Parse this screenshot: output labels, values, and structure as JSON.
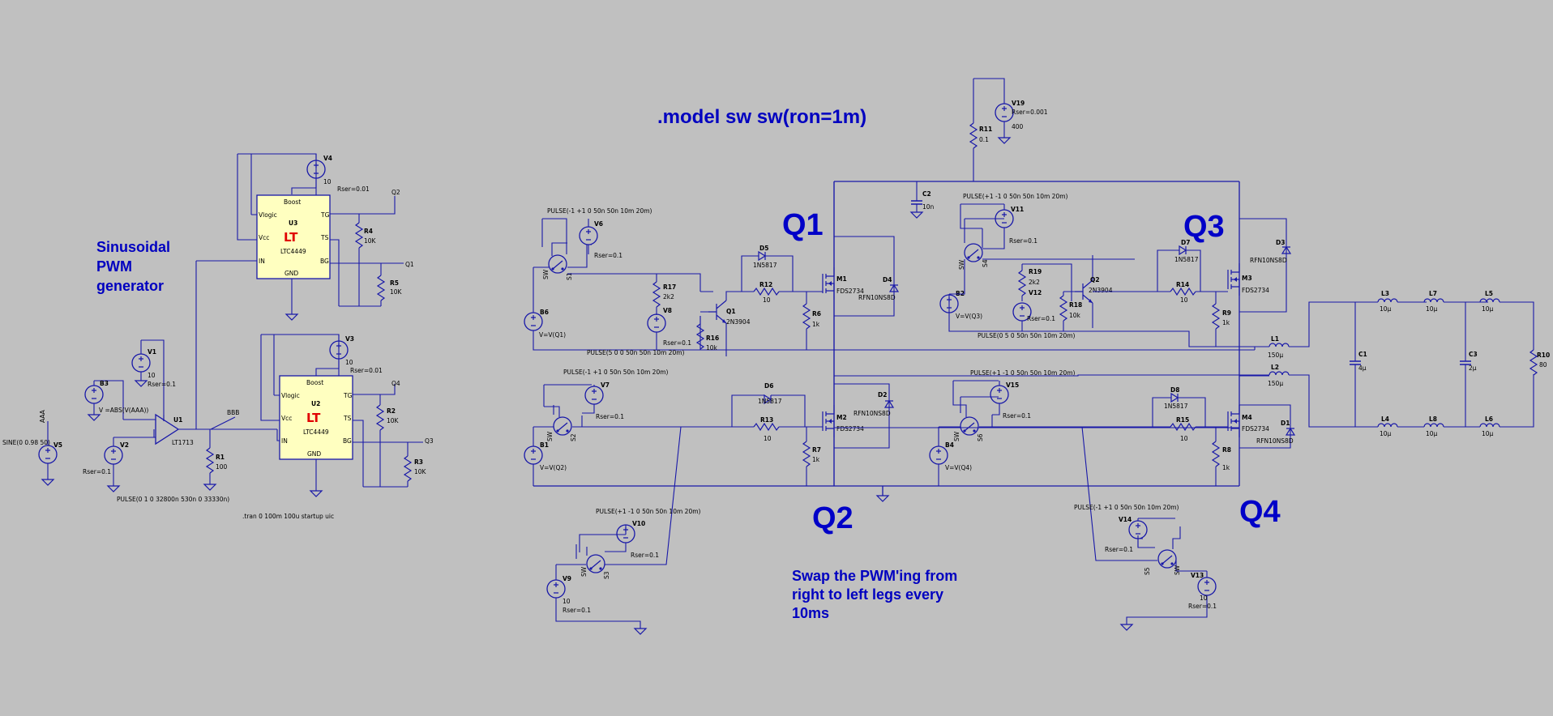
{
  "directive_model": ".model sw sw(ron=1m)",
  "directive_tran": ".tran 0 100m 100u startup uic",
  "notes": {
    "pwm_gen": [
      "Sinusoidal",
      "PWM",
      "generator"
    ],
    "swap": [
      "Swap the PWM'ing from",
      "right to left legs every",
      "10ms"
    ]
  },
  "quadrants": {
    "q1": "Q1",
    "q2": "Q2",
    "q3": "Q3",
    "q4": "Q4"
  },
  "nets": {
    "q1": "Q1",
    "q2": "Q2",
    "q3": "Q3",
    "q4": "Q4",
    "aaa": "AAA",
    "bbb": "BBB"
  },
  "ics": {
    "u3": {
      "ref": "U3",
      "part": "LTC4449",
      "pins": {
        "boost": "Boost",
        "vlogic": "Vlogic",
        "vcc": "Vcc",
        "in": "IN",
        "gnd": "GND",
        "tg": "TG",
        "ts": "TS",
        "bg": "BG"
      }
    },
    "u2": {
      "ref": "U2",
      "part": "LTC4449",
      "pins": {
        "boost": "Boost",
        "vlogic": "Vlogic",
        "vcc": "Vcc",
        "in": "IN",
        "gnd": "GND",
        "tg": "TG",
        "ts": "TS",
        "bg": "BG"
      }
    },
    "u1": {
      "ref": "U1",
      "part": "LT1713"
    }
  },
  "sources": {
    "v1": {
      "ref": "V1",
      "value": "10",
      "rser": "Rser=0.1"
    },
    "v2": {
      "ref": "V2",
      "rser": "Rser=0.1",
      "value": "PULSE(0 1 0 32800n 530n 0 33330n)"
    },
    "v3": {
      "ref": "V3",
      "value": "10",
      "rser": "Rser=0.01"
    },
    "v4": {
      "ref": "V4",
      "value": "10",
      "rser": "Rser=0.01"
    },
    "v5": {
      "ref": "V5",
      "value": "SINE(0 0.98 50)"
    },
    "v6": {
      "ref": "V6",
      "value": "PULSE(-1 +1 0 50n 50n 10m 20m)",
      "rser": "Rser=0.1"
    },
    "v7": {
      "ref": "V7",
      "value": "PULSE(-1 +1 0 50n 50n 10m 20m)",
      "rser": "Rser=0.1"
    },
    "v8": {
      "ref": "V8",
      "rser": "Rser=0.1",
      "value": "PULSE(5 0 0 50n 50n 10m 20m)"
    },
    "v9": {
      "ref": "V9",
      "value": "10",
      "rser": "Rser=0.1"
    },
    "v10": {
      "ref": "V10",
      "value": "PULSE(+1 -1 0 50n 50n 10m 20m)",
      "rser": "Rser=0.1"
    },
    "v11": {
      "ref": "V11",
      "value": "PULSE(+1 -1 0 50n 50n 10m 20m)",
      "rser": "Rser=0.1"
    },
    "v12": {
      "ref": "V12",
      "rser": "Rser=0.1",
      "value": "PULSE(0 5 0 50n 50n 10m 20m)"
    },
    "v13": {
      "ref": "V13",
      "value": "10",
      "rser": "Rser=0.1"
    },
    "v14": {
      "ref": "V14",
      "value": "PULSE(-1 +1 0 50n 50n 10m 20m)",
      "rser": "Rser=0.1"
    },
    "v15": {
      "ref": "V15",
      "value": "PULSE(+1 -1 0 50n 50n 10m 20m)",
      "rser": "Rser=0.1"
    },
    "v19": {
      "ref": "V19",
      "rser": "Rser=0.001",
      "value": "400"
    },
    "b1": {
      "ref": "B1",
      "value": "V=V(Q2)"
    },
    "b2": {
      "ref": "B2",
      "value": "V=V(Q3)"
    },
    "b3": {
      "ref": "B3",
      "value": "V =ABS(V(AAA))"
    },
    "b4": {
      "ref": "B4",
      "value": "V=V(Q4)"
    },
    "b6": {
      "ref": "B6",
      "value": "V=V(Q1)"
    }
  },
  "resistors": {
    "r1": {
      "ref": "R1",
      "value": "100"
    },
    "r2": {
      "ref": "R2",
      "value": "10K"
    },
    "r3": {
      "ref": "R3",
      "value": "10K"
    },
    "r4": {
      "ref": "R4",
      "value": "10K"
    },
    "r5": {
      "ref": "R5",
      "value": "10K"
    },
    "r6": {
      "ref": "R6",
      "value": "1k"
    },
    "r7": {
      "ref": "R7",
      "value": "1k"
    },
    "r8": {
      "ref": "R8",
      "value": "1k"
    },
    "r9": {
      "ref": "R9",
      "value": "1k"
    },
    "r10": {
      "ref": "R10",
      "value": "80"
    },
    "r11": {
      "ref": "R11",
      "value": "0.1"
    },
    "r12": {
      "ref": "R12",
      "value": "10"
    },
    "r13": {
      "ref": "R13",
      "value": "10"
    },
    "r14": {
      "ref": "R14",
      "value": "10"
    },
    "r15": {
      "ref": "R15",
      "value": "10"
    },
    "r16": {
      "ref": "R16",
      "value": "10k"
    },
    "r17": {
      "ref": "R17",
      "value": "2k2"
    },
    "r18": {
      "ref": "R18",
      "value": "10k"
    },
    "r19": {
      "ref": "R19",
      "value": "2k2"
    }
  },
  "capacitors": {
    "c1": {
      "ref": "C1",
      "value": "4µ"
    },
    "c2": {
      "ref": "C2",
      "value": "10n"
    },
    "c3": {
      "ref": "C3",
      "value": "2µ"
    }
  },
  "inductors": {
    "l1": {
      "ref": "L1",
      "value": "150µ"
    },
    "l2": {
      "ref": "L2",
      "value": "150µ"
    },
    "l3": {
      "ref": "L3",
      "value": "10µ"
    },
    "l4": {
      "ref": "L4",
      "value": "10µ"
    },
    "l5": {
      "ref": "L5",
      "value": "10µ"
    },
    "l6": {
      "ref": "L6",
      "value": "10µ"
    },
    "l7": {
      "ref": "L7",
      "value": "10µ"
    },
    "l8": {
      "ref": "L8",
      "value": "10µ"
    }
  },
  "diodes": {
    "d1": {
      "ref": "D1",
      "value": "RFN10NS8D"
    },
    "d2": {
      "ref": "D2",
      "value": "RFN10NS8D"
    },
    "d3": {
      "ref": "D3",
      "value": "RFN10NS8D"
    },
    "d4": {
      "ref": "D4",
      "value": "RFN10NS8D"
    },
    "d5": {
      "ref": "D5",
      "value": "1N5817"
    },
    "d6": {
      "ref": "D6",
      "value": "1N5817"
    },
    "d7": {
      "ref": "D7",
      "value": "1N5817"
    },
    "d8": {
      "ref": "D8",
      "value": "1N5817"
    }
  },
  "transistors": {
    "q1": {
      "ref": "Q1",
      "value": "2N3904"
    },
    "q2": {
      "ref": "Q2",
      "value": "2N3904"
    }
  },
  "mosfets": {
    "m1": {
      "ref": "M1",
      "value": "FDS2734"
    },
    "m2": {
      "ref": "M2",
      "value": "FDS2734"
    },
    "m3": {
      "ref": "M3",
      "value": "FDS2734"
    },
    "m4": {
      "ref": "M4",
      "value": "FDS2734"
    }
  },
  "switches": {
    "s1": {
      "ref": "S1",
      "value": "SW"
    },
    "s2": {
      "ref": "S2",
      "value": "SW"
    },
    "s3": {
      "ref": "S3",
      "value": "SW"
    },
    "s4": {
      "ref": "S4",
      "value": "SW"
    },
    "s5": {
      "ref": "S5",
      "value": "SW"
    },
    "s6": {
      "ref": "S6",
      "value": "SW"
    }
  }
}
